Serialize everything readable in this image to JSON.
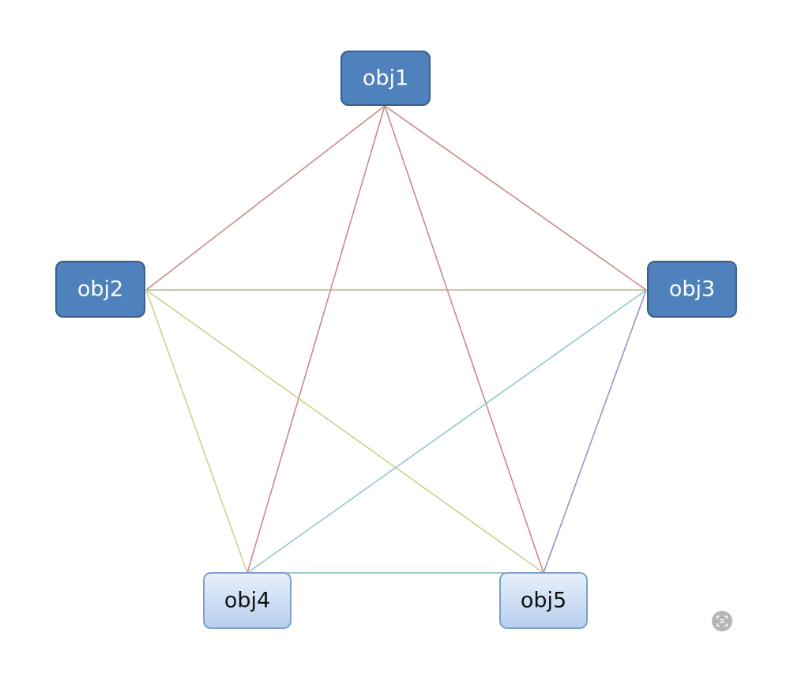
{
  "nodes": [
    {
      "id": "obj1",
      "label": "obj1",
      "style": "dark"
    },
    {
      "id": "obj2",
      "label": "obj2",
      "style": "dark"
    },
    {
      "id": "obj3",
      "label": "obj3",
      "style": "dark"
    },
    {
      "id": "obj4",
      "label": "obj4",
      "style": "light"
    },
    {
      "id": "obj5",
      "label": "obj5",
      "style": "light"
    }
  ],
  "edges": [
    {
      "from": "obj1",
      "to": "obj2",
      "color": "#c98a8a"
    },
    {
      "from": "obj1",
      "to": "obj3",
      "color": "#c98a8a"
    },
    {
      "from": "obj1",
      "to": "obj4",
      "color": "#c98a8a"
    },
    {
      "from": "obj1",
      "to": "obj5",
      "color": "#c98a8a"
    },
    {
      "from": "obj2",
      "to": "obj3",
      "color": "#b7b38c"
    },
    {
      "from": "obj2",
      "to": "obj4",
      "color": "#c9d28f"
    },
    {
      "from": "obj2",
      "to": "obj5",
      "color": "#c9d28f"
    },
    {
      "from": "obj3",
      "to": "obj4",
      "color": "#8fc8cf"
    },
    {
      "from": "obj3",
      "to": "obj5",
      "color": "#9a91c7"
    },
    {
      "from": "obj4",
      "to": "obj5",
      "color": "#7fb4b4"
    }
  ],
  "colors": {
    "node_dark_fill": "#4f81bd",
    "node_light_fill": "#c5d9f1",
    "corner_icon": "#b5b5b5"
  },
  "corner_icon": "scan-text-icon"
}
